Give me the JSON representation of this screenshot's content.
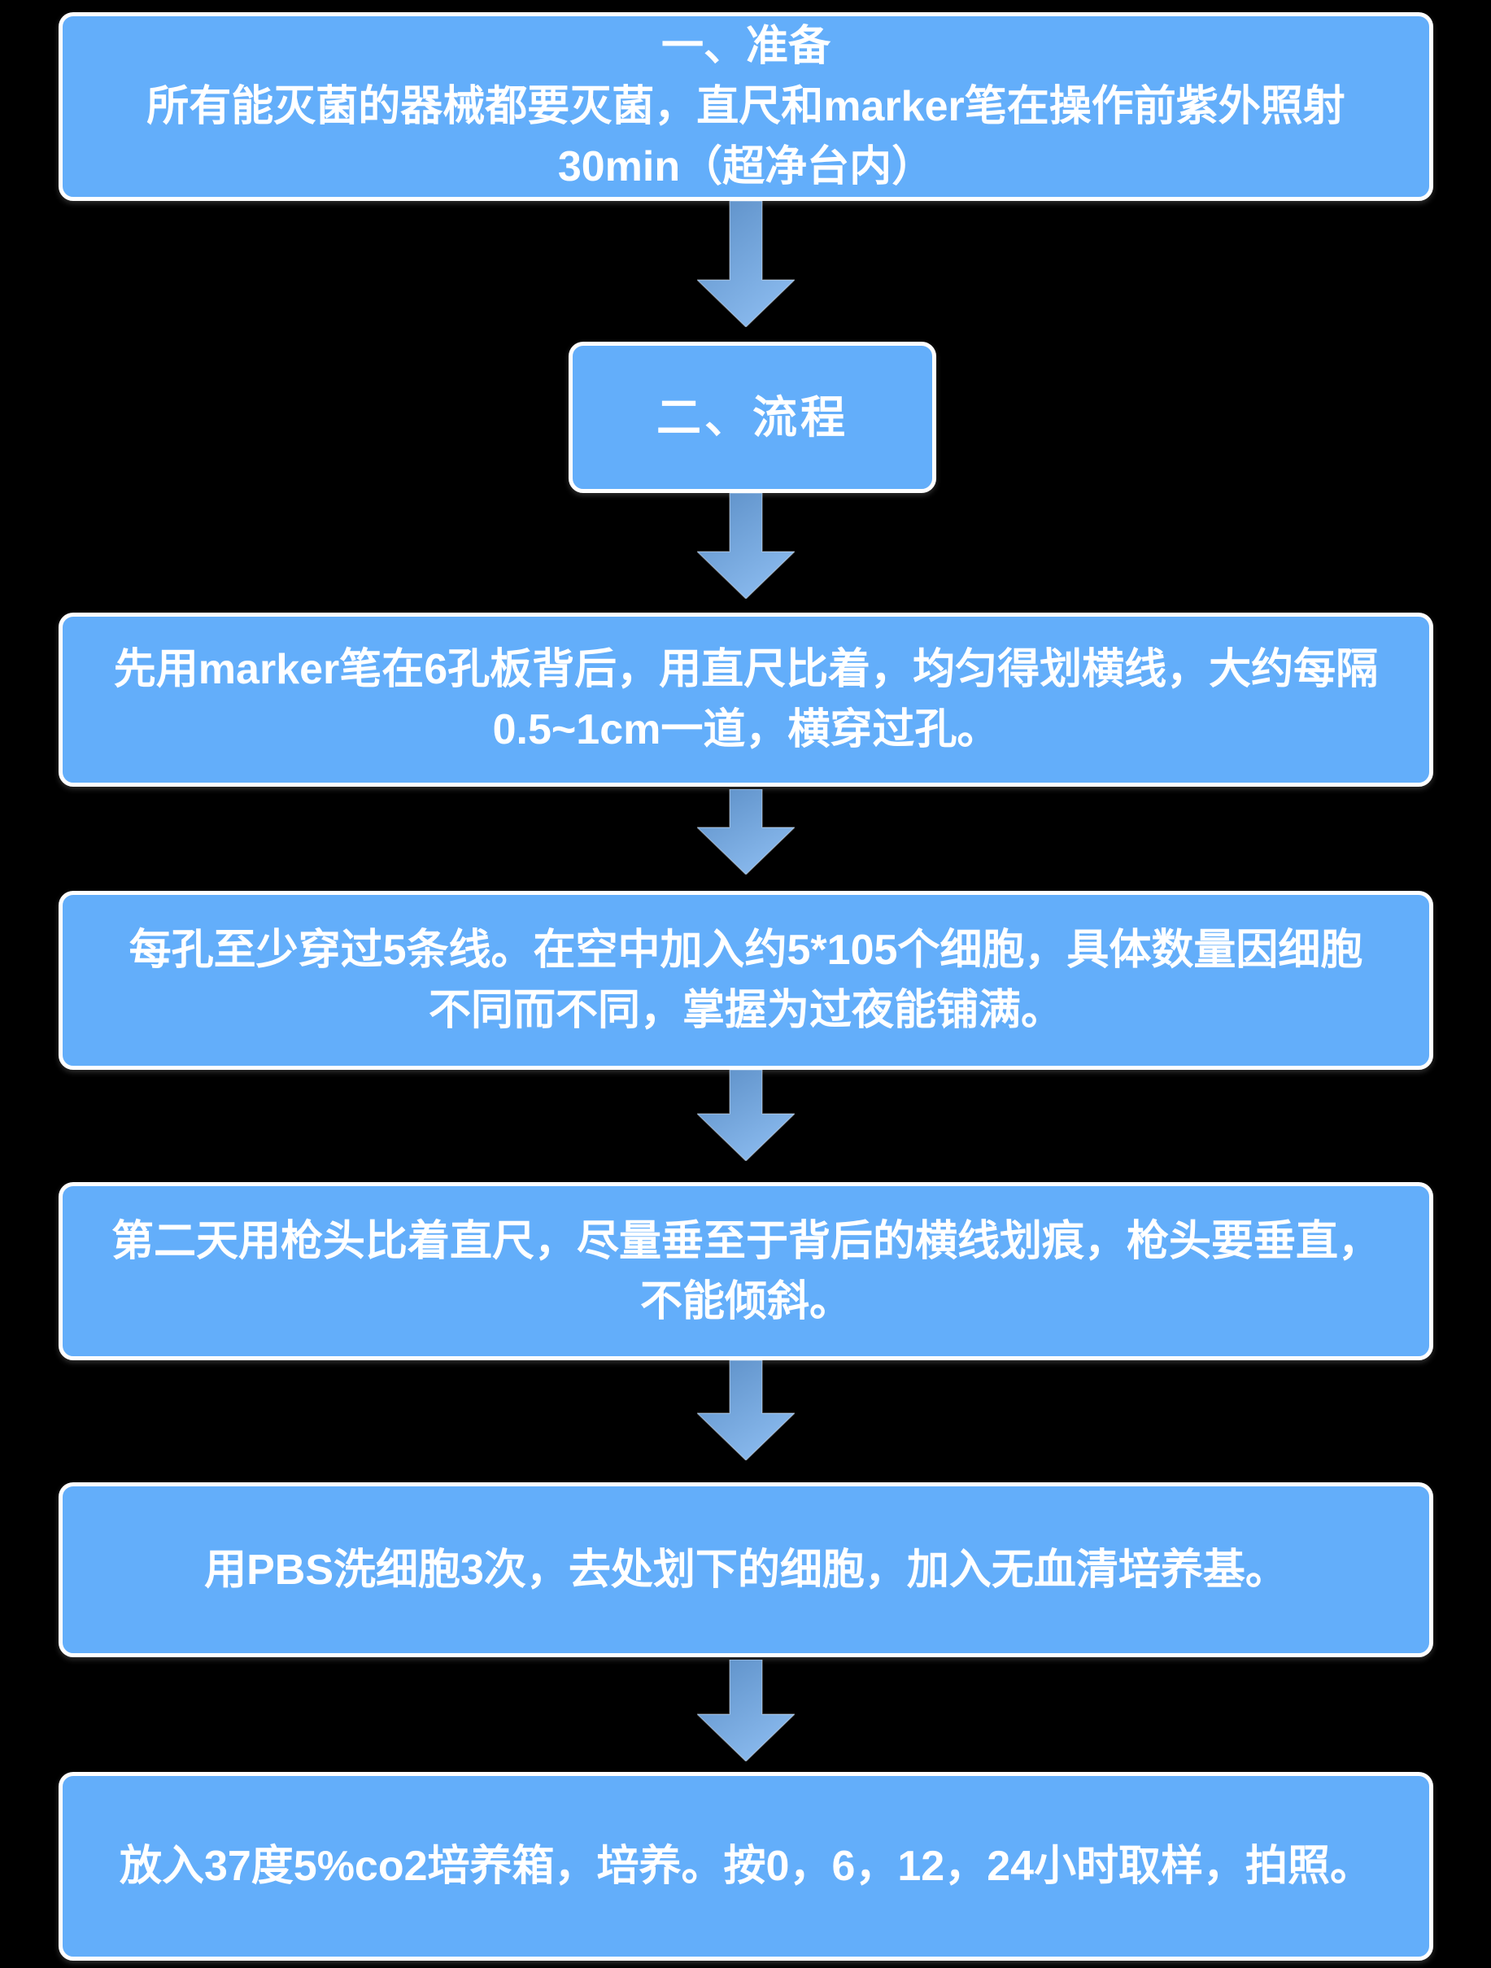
{
  "theme": {
    "background": "#000000",
    "node_fill": "#63aefa",
    "node_border": "#ffffff",
    "text_color": "#ffffff",
    "arrow_gradient_start": "#5b8ec6",
    "arrow_gradient_end": "#8abaee"
  },
  "flowchart": {
    "nodes": [
      {
        "id": "prepare",
        "lines": [
          "一、准备",
          "所有能灭菌的器械都要灭菌，直尺和marker笔在操作前紫外照射",
          "30min（超净台内）"
        ]
      },
      {
        "id": "process",
        "lines": [
          "二、流程"
        ]
      },
      {
        "id": "step-1",
        "lines": [
          "先用marker笔在6孔板背后，用直尺比着，均匀得划横线，大约每隔",
          "0.5~1cm一道，横穿过孔。"
        ]
      },
      {
        "id": "step-2",
        "lines": [
          "每孔至少穿过5条线。在空中加入约5*105个细胞，具体数量因细胞",
          "不同而不同，掌握为过夜能铺满。"
        ]
      },
      {
        "id": "step-3",
        "lines": [
          "第二天用枪头比着直尺，尽量垂至于背后的横线划痕，枪头要垂直，",
          "不能倾斜。"
        ]
      },
      {
        "id": "step-4",
        "lines": [
          "用PBS洗细胞3次，去处划下的细胞，加入无血清培养基。"
        ]
      },
      {
        "id": "step-5",
        "lines": [
          "放入37度5%co2培养箱，培养。按0，6，12，24小时取样，拍照。"
        ]
      }
    ]
  }
}
